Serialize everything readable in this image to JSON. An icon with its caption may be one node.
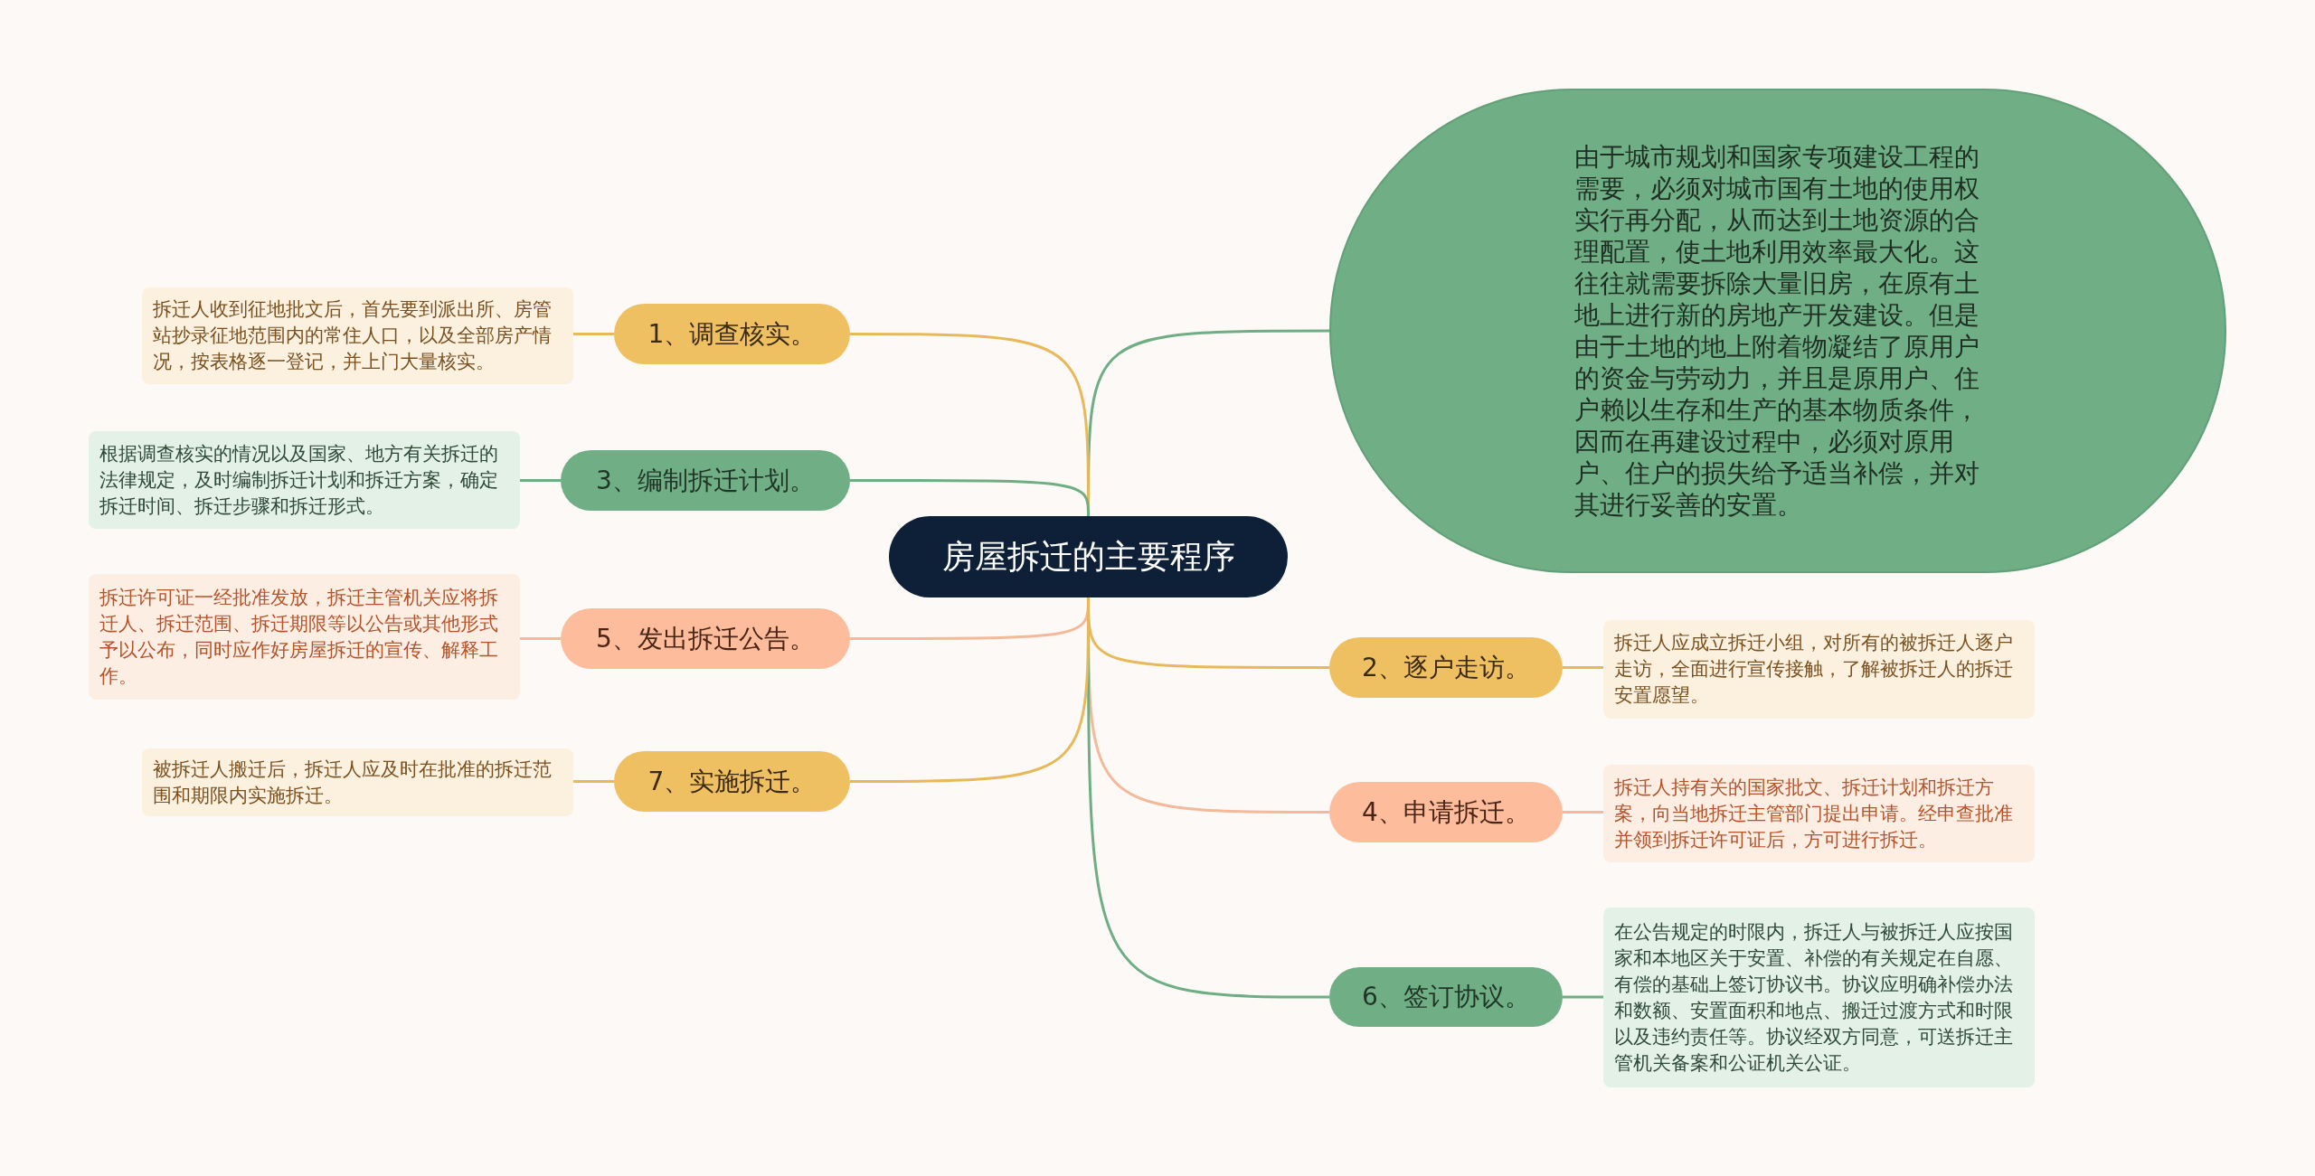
{
  "diagram": {
    "nodes": [
      {
        "text": [
          "房屋拆迁的主要程序"
        ]
      },
      {
        "text": [
          "由于城市规划和国家专项建设工程的需要，必须对城市国有土地的使用权实行再分配，从而达到土地资源的合理配置，使土地利用效率最大化。这往往就需要拆除大量旧房，在原有土地上进行新的房地产开发建设。但是由于土地的地上附着物凝结了原用户的资金与劳动力，并且是原用户、住户赖以生存和生产的基本物质条件，因而在再建设过程中，必须对原用户、住户的损失给予适当补偿，并对其进行妥善的安置。"
        ]
      },
      {
        "text": [
          "1、调查核实。"
        ]
      },
      {
        "text": [
          "拆迁人收到征地批文后，首先要到派出所、房管站抄录征地范围内的常住人口，以及全部房产情况，按表格逐一登记，并上门大量核实。"
        ]
      },
      {
        "text": [
          "2、逐户走访。"
        ]
      },
      {
        "text": [
          "拆迁人应成立拆迁小组，对所有的被拆迁人逐户走访，全面进行宣传接触，了解被拆迁人的拆迁安置愿望。"
        ]
      },
      {
        "text": [
          "3、编制拆迁计划。"
        ]
      },
      {
        "text": [
          "根据调查核实的情况以及国家、地方有关拆迁的法律规定，及时编制拆迁计划和拆迁方案，确定拆迁时间、拆迁步骤和拆迁形式。"
        ]
      },
      {
        "text": [
          "4、申请拆迁。"
        ]
      },
      {
        "text": [
          "拆迁人持有关的国家批文、拆迁计划和拆迁方案，向当地拆迁主管部门提出申请。经申查批准并领到拆迁许可证后，方可进行拆迁。"
        ]
      },
      {
        "text": [
          "5、发出拆迁公告。"
        ]
      },
      {
        "text": [
          "拆迁许可证一经批准发放，拆迁主管机关应将拆迁人、拆迁范围、拆迁期限等以公告或其他形式予以公布，同时应作好房屋拆迁的宣传、解释工作。"
        ]
      },
      {
        "text": [
          "6、签订协议。"
        ]
      },
      {
        "text": [
          "在公告规定的时限内，拆迁人与被拆迁人应按国家和本地区关于安置、补偿的有关规定在自愿、有偿的基础上签订协议书。协议应明确补偿办法和数额、安置面积和地点、搬迁过渡方式和时限以及违约责任等。协议经双方同意，可送拆迁主管机关备案和公证机关公证。"
        ]
      },
      {
        "text": [
          "7、实施拆迁。"
        ]
      },
      {
        "text": [
          "被拆迁人搬迁后，拆迁人应及时在批准的拆迁范围和期限内实施拆迁。"
        ]
      }
    ],
    "edges": [
      {
        "from": 0,
        "to": 1,
        "arrow": "none",
        "color": "#6fae84"
      },
      {
        "from": 0,
        "to": 2,
        "arrow": "none",
        "color": "#e8b95a"
      },
      {
        "from": 2,
        "to": 3,
        "arrow": "none",
        "color": "#e8b95a"
      },
      {
        "from": 0,
        "to": 4,
        "arrow": "none",
        "color": "#e8b95a"
      },
      {
        "from": 4,
        "to": 5,
        "arrow": "none",
        "color": "#e8b95a"
      },
      {
        "from": 0,
        "to": 6,
        "arrow": "none",
        "color": "#6fae84"
      },
      {
        "from": 6,
        "to": 7,
        "arrow": "none",
        "color": "#6fae84"
      },
      {
        "from": 0,
        "to": 8,
        "arrow": "none",
        "color": "#f5b99a"
      },
      {
        "from": 8,
        "to": 9,
        "arrow": "none",
        "color": "#f5b99a"
      },
      {
        "from": 0,
        "to": 10,
        "arrow": "none",
        "color": "#f5b99a"
      },
      {
        "from": 10,
        "to": 11,
        "arrow": "none",
        "color": "#f5b99a"
      },
      {
        "from": 0,
        "to": 12,
        "arrow": "none",
        "color": "#6fae84"
      },
      {
        "from": 12,
        "to": 13,
        "arrow": "none",
        "color": "#6fae84"
      },
      {
        "from": 0,
        "to": 14,
        "arrow": "none",
        "color": "#e8b95a"
      },
      {
        "from": 14,
        "to": 15,
        "arrow": "none",
        "color": "#e8b95a"
      }
    ]
  }
}
